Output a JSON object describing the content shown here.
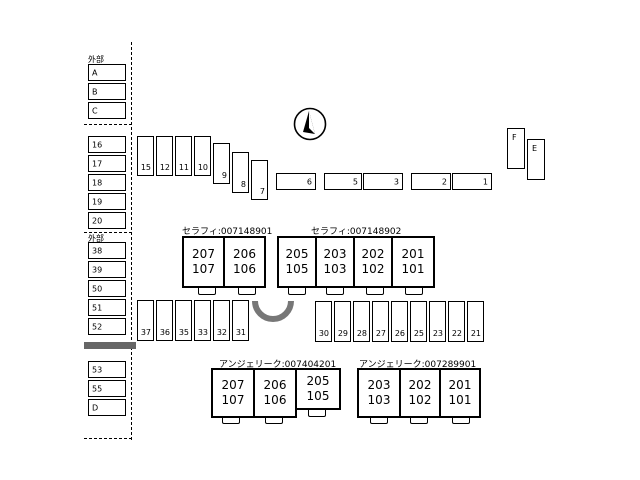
{
  "map": {
    "left_section_1_label": "外部",
    "left_section_2_label": "外部",
    "left_group_a": [
      "A",
      "B",
      "C"
    ],
    "left_group_b": [
      "16",
      "17",
      "18",
      "19",
      "20"
    ],
    "left_group_c": [
      "38",
      "39",
      "50",
      "51",
      "52"
    ],
    "left_group_d": [
      "53",
      "55",
      "D"
    ],
    "top_vertical_row": [
      "15",
      "12",
      "11",
      "10",
      "9",
      "8",
      "7"
    ],
    "top_horizontal_row": [
      "6",
      "5",
      "3",
      "2",
      "1"
    ],
    "right_extra": [
      "F",
      "E"
    ],
    "mid_left_row": [
      "37",
      "36",
      "35",
      "33",
      "32",
      "31"
    ],
    "mid_right_row": [
      "30",
      "29",
      "28",
      "27",
      "26",
      "25",
      "23",
      "22",
      "21"
    ]
  },
  "buildings": {
    "seraphie_1": {
      "name": "セラフィ:007148901",
      "units": [
        [
          "207",
          "107"
        ],
        [
          "206",
          "106"
        ]
      ]
    },
    "seraphie_2": {
      "name": "セラフィ:007148902",
      "units": [
        [
          "205",
          "105"
        ],
        [
          "203",
          "103"
        ],
        [
          "202",
          "102"
        ],
        [
          "201",
          "101"
        ]
      ]
    },
    "angelique_1": {
      "name": "アンジェリーク:007404201",
      "units": [
        [
          "207",
          "107"
        ],
        [
          "206",
          "106"
        ],
        [
          "205",
          "105"
        ]
      ]
    },
    "angelique_2": {
      "name": "アンジェリーク:007289901",
      "units": [
        [
          "203",
          "103"
        ],
        [
          "202",
          "102"
        ],
        [
          "201",
          "101"
        ]
      ]
    }
  }
}
